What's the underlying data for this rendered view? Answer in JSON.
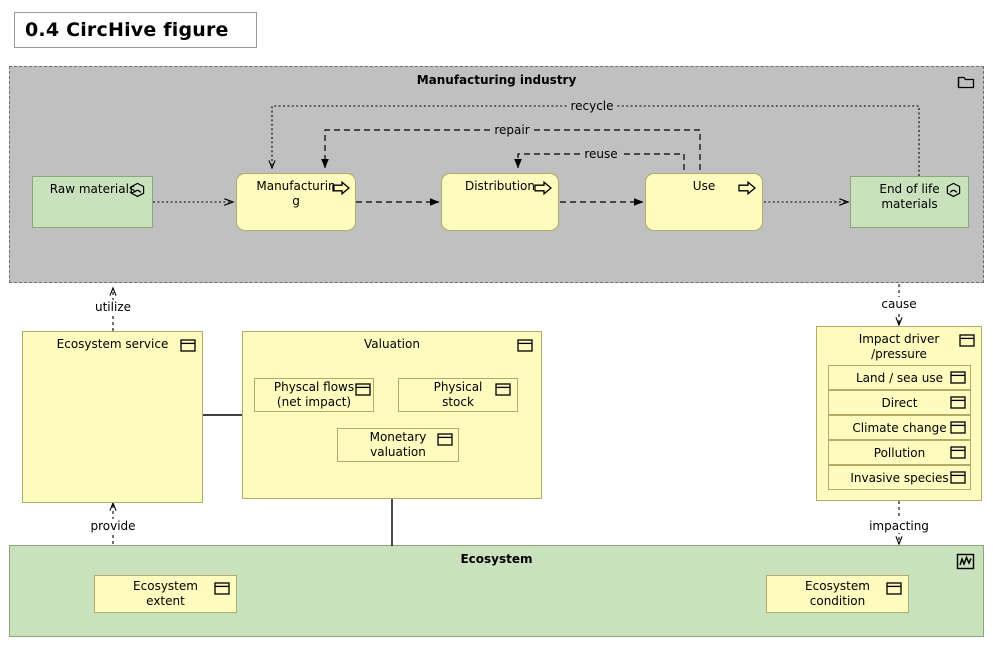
{
  "page": {
    "title": "0.4 CircHive figure"
  },
  "colors": {
    "group_manufacturing_fill": "#c0c0c0",
    "group_ecosystem_fill": "#c9e2bd",
    "node_yellow_fill": "#fdfbbd",
    "node_yellow_border": "#b2ab6a",
    "node_green_fill": "#c9e2bd",
    "node_green_border": "#8aa77c",
    "line": "#000000"
  },
  "manufacturing": {
    "title": "Manufacturing industry",
    "group_icon": "folder-icon",
    "nodes": [
      {
        "id": "raw-materials",
        "label": "Raw\nmaterials",
        "icon": "material-hexagon-icon",
        "kind": "green"
      },
      {
        "id": "manufacturing",
        "label": "Manufacturin\ng",
        "icon": "process-arrow-icon",
        "kind": "yellow"
      },
      {
        "id": "distribution",
        "label": "Distribution",
        "icon": "process-arrow-icon",
        "kind": "yellow"
      },
      {
        "id": "use",
        "label": "Use",
        "icon": "process-arrow-icon",
        "kind": "yellow"
      },
      {
        "id": "end-of-life",
        "label": "End of life\nmaterials",
        "icon": "material-hexagon-icon",
        "kind": "green"
      }
    ],
    "flow_labels": {
      "recycle": "recycle",
      "repair": "repair",
      "reuse": "reuse"
    }
  },
  "ecosystem_service": {
    "label": "Ecosystem service",
    "icon": "business-object-icon"
  },
  "valuation": {
    "label": "Valuation",
    "icon": "business-object-icon",
    "children": [
      {
        "id": "physical-flows",
        "label": "Physcal flows\n(net impact)",
        "icon": "business-object-icon"
      },
      {
        "id": "physical-stock",
        "label": "Physical\nstock",
        "icon": "business-object-icon"
      },
      {
        "id": "monetary-valuation",
        "label": "Monetary\nvaluation",
        "icon": "business-object-icon"
      }
    ]
  },
  "impact_driver": {
    "label": "Impact driver\n/pressure",
    "icon": "business-object-icon",
    "items": [
      {
        "id": "land-sea-use",
        "label": "Land / sea use",
        "icon": "business-object-icon"
      },
      {
        "id": "direct",
        "label": "Direct",
        "icon": "business-object-icon"
      },
      {
        "id": "climate-change",
        "label": "Climate change",
        "icon": "business-object-icon"
      },
      {
        "id": "pollution",
        "label": "Pollution",
        "icon": "business-object-icon"
      },
      {
        "id": "invasive-species",
        "label": "Invasive species",
        "icon": "business-object-icon"
      }
    ]
  },
  "ecosystem": {
    "title": "Ecosystem",
    "group_icon": "chart-icon",
    "nodes": [
      {
        "id": "ecosystem-extent",
        "label": "Ecosystem\nextent",
        "icon": "business-object-icon"
      },
      {
        "id": "ecosystem-condition",
        "label": "Ecosystem\ncondition",
        "icon": "business-object-icon"
      }
    ]
  },
  "relations": {
    "utilize": "utilize",
    "provide": "provide",
    "cause": "cause",
    "impacting": "impacting"
  }
}
